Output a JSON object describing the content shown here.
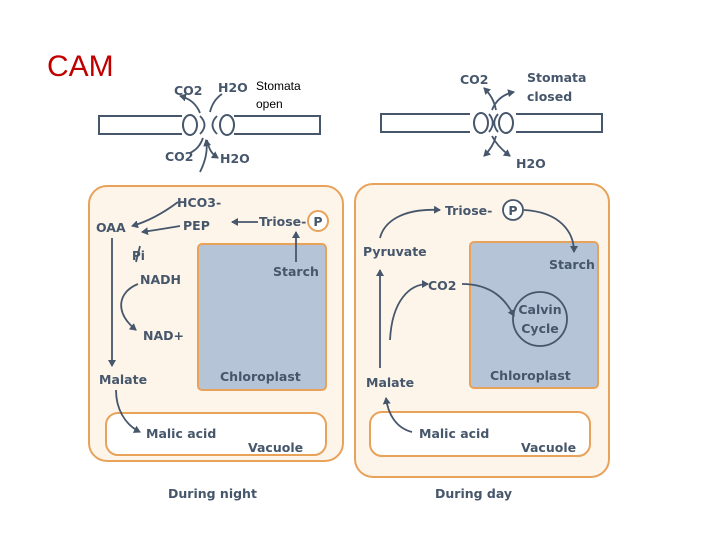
{
  "slide_title": "CAM",
  "night": {
    "co2_top": "CO2",
    "h2o_top": "H2O",
    "stomata_l1": "Stomata",
    "stomata_l2": "open",
    "co2_bottom": "CO2",
    "h2o_bottom": "H2O",
    "hco3": "HCO3-",
    "pep": "PEP",
    "oaa": "OAA",
    "pi": "Pi",
    "nadh": "NADH",
    "nad": "NAD+",
    "malate": "Malate",
    "triose": "Triose-",
    "phosphate": "P",
    "starch": "Starch",
    "chloroplast": "Chloroplast",
    "malic_acid": "Malic acid",
    "vacuole": "Vacuole",
    "caption": "During night"
  },
  "day": {
    "co2_top": "CO2",
    "stomata_l1": "Stomata",
    "stomata_l2": "closed",
    "h2o_bottom": "H2O",
    "triose": "Triose-",
    "phosphate": "P",
    "pyruvate": "Pyruvate",
    "co2": "CO2",
    "starch": "Starch",
    "calvin_l1": "Calvin",
    "calvin_l2": "Cycle",
    "malate": "Malate",
    "chloroplast": "Chloroplast",
    "malic_acid": "Malic acid",
    "vacuole": "Vacuole",
    "caption": "During day"
  },
  "colors": {
    "title": "#c00000",
    "cell_border": "#e8a25a",
    "cell_fill": "#fdf5ea",
    "chloroplast_fill": "#b5c4d6",
    "label": "#46566b"
  }
}
